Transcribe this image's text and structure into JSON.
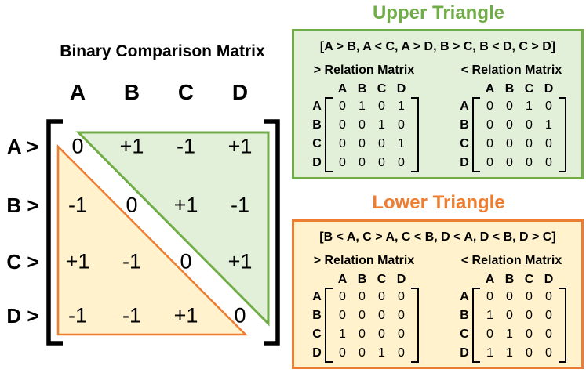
{
  "left_panel": {
    "title": "Binary Comparison Matrix",
    "column_headers": [
      "A",
      "B",
      "C",
      "D"
    ],
    "row_labels": [
      "A >",
      "B >",
      "C >",
      "D >"
    ],
    "matrix": [
      [
        "0",
        "+1",
        "-1",
        "+1"
      ],
      [
        "-1",
        "0",
        "+1",
        "-1"
      ],
      [
        "+1",
        "-1",
        "0",
        "+1"
      ],
      [
        "-1",
        "-1",
        "+1",
        "0"
      ]
    ]
  },
  "upper": {
    "title": "Upper Triangle",
    "comparisons": "[A > B, A < C, A > D, B > C, B < D, C > D]",
    "gt": {
      "label": "> Relation Matrix",
      "column_headers": [
        "A",
        "B",
        "C",
        "D"
      ],
      "row_labels": [
        "A",
        "B",
        "C",
        "D"
      ],
      "rows": [
        [
          "0",
          "1",
          "0",
          "1"
        ],
        [
          "0",
          "0",
          "1",
          "0"
        ],
        [
          "0",
          "0",
          "0",
          "1"
        ],
        [
          "0",
          "0",
          "0",
          "0"
        ]
      ]
    },
    "lt": {
      "label": "< Relation Matrix",
      "column_headers": [
        "A",
        "B",
        "C",
        "D"
      ],
      "row_labels": [
        "A",
        "B",
        "C",
        "D"
      ],
      "rows": [
        [
          "0",
          "0",
          "1",
          "0"
        ],
        [
          "0",
          "0",
          "0",
          "1"
        ],
        [
          "0",
          "0",
          "0",
          "0"
        ],
        [
          "0",
          "0",
          "0",
          "0"
        ]
      ]
    }
  },
  "lower": {
    "title": "Lower Triangle",
    "comparisons": "[B < A, C > A, C < B, D < A, D < B, D > C]",
    "gt": {
      "label": "> Relation Matrix",
      "column_headers": [
        "A",
        "B",
        "C",
        "D"
      ],
      "row_labels": [
        "A",
        "B",
        "C",
        "D"
      ],
      "rows": [
        [
          "0",
          "0",
          "0",
          "0"
        ],
        [
          "0",
          "0",
          "0",
          "0"
        ],
        [
          "1",
          "0",
          "0",
          "0"
        ],
        [
          "0",
          "0",
          "1",
          "0"
        ]
      ]
    },
    "lt": {
      "label": "< Relation Matrix",
      "column_headers": [
        "A",
        "B",
        "C",
        "D"
      ],
      "row_labels": [
        "A",
        "B",
        "C",
        "D"
      ],
      "rows": [
        [
          "0",
          "0",
          "0",
          "0"
        ],
        [
          "1",
          "0",
          "0",
          "0"
        ],
        [
          "0",
          "1",
          "0",
          "0"
        ],
        [
          "1",
          "1",
          "0",
          "0"
        ]
      ]
    }
  },
  "colors": {
    "green_accent": "#70AD47",
    "green_fill": "#E2EFD9",
    "orange_accent": "#ED7D31",
    "orange_fill": "#FFF2CC",
    "text": "#000000",
    "background": "#FFFFFF"
  }
}
